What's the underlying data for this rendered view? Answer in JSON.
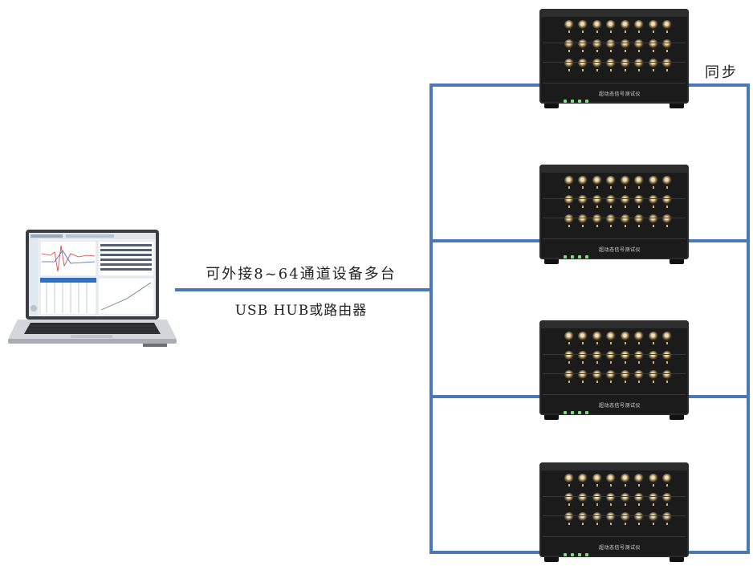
{
  "connection_label": "可外接8~64通道设备多台",
  "hub_label": "USB HUB或路由器",
  "sync_label": "同步",
  "device_plate": "超动态信号测试仪",
  "device_count": 4,
  "connector_rows": 3,
  "connectors_per_row": 8,
  "colors": {
    "wire": "#4a78b8",
    "device_body": "#1b1b1b",
    "laptop_silver": "#cfd2d6"
  }
}
